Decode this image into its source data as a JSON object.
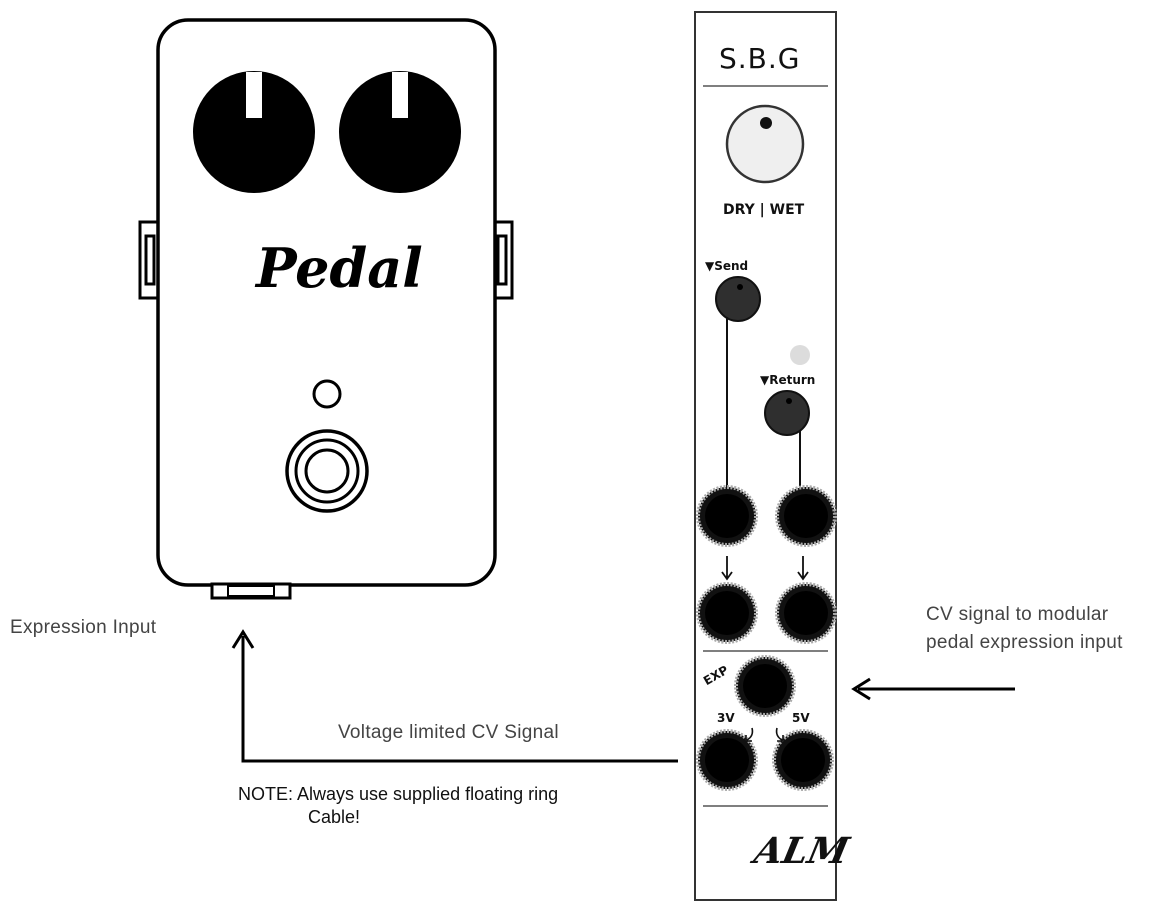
{
  "pedal": {
    "label": "Pedal",
    "expression_input_label": "Expression Input"
  },
  "module": {
    "name": "S.B.G",
    "knob_label": "DRY | WET",
    "send_label": "▼Send",
    "return_label": "▼Return",
    "exp_label": "EXP",
    "three_v_label": "3V",
    "five_v_label": "5V",
    "logo": "ALM"
  },
  "annotations": {
    "cv_to_pedal": "CV signal to modular\npedal expression input",
    "cv_line1": "CV signal to modular",
    "cv_line2": "pedal expression input",
    "voltage_limited": "Voltage limited CV Signal",
    "note_line1": "NOTE: Always use supplied floating ring",
    "note_line2": "Cable!"
  }
}
